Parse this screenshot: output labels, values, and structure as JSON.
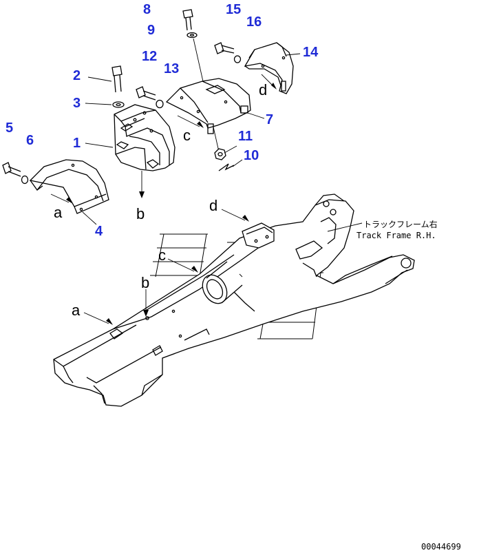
{
  "parts": {
    "p1": "1",
    "p2": "2",
    "p3": "3",
    "p4": "4",
    "p5": "5",
    "p6": "6",
    "p7": "7",
    "p8": "8",
    "p9": "9",
    "p10": "10",
    "p11": "11",
    "p12": "12",
    "p13": "13",
    "p14": "14",
    "p15": "15",
    "p16": "16"
  },
  "refs": {
    "a1": "a",
    "b1": "b",
    "c1": "c",
    "d1": "d",
    "a2": "a",
    "b2": "b",
    "c2": "c",
    "d2": "d"
  },
  "frame_label": {
    "jp": "トラックフレーム右",
    "en": "Track Frame R.H."
  },
  "doc_number": "00044699"
}
